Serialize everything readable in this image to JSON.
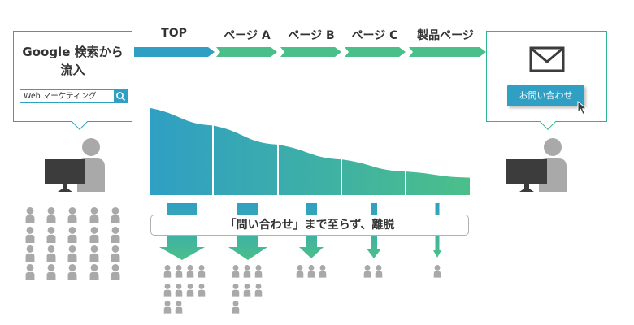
{
  "source": {
    "title_line1": "Google 検索から",
    "title_line2": "流入",
    "search_query": "Web マーケティング",
    "search_icon": "magnifier-icon"
  },
  "steps": [
    {
      "label": "TOP"
    },
    {
      "label": "ページ A"
    },
    {
      "label": "ページ B"
    },
    {
      "label": "ページ C"
    },
    {
      "label": "製品ページ"
    }
  ],
  "goal": {
    "mail_icon": "envelope-icon",
    "button_label": "お問い合わせ",
    "cursor_icon": "pointer-cursor-icon"
  },
  "leave_label": "「問い合わせ」まで至らず、離脱",
  "funnel_values": [
    1.0,
    0.8,
    0.58,
    0.41,
    0.27,
    0.2
  ],
  "dropoff_people": [
    10,
    7,
    3,
    2,
    1
  ],
  "colors": {
    "blue": "#2f9fc4",
    "green": "#4bbf8a",
    "person": "#a9a9a9",
    "monitor": "#3c3c3c"
  }
}
